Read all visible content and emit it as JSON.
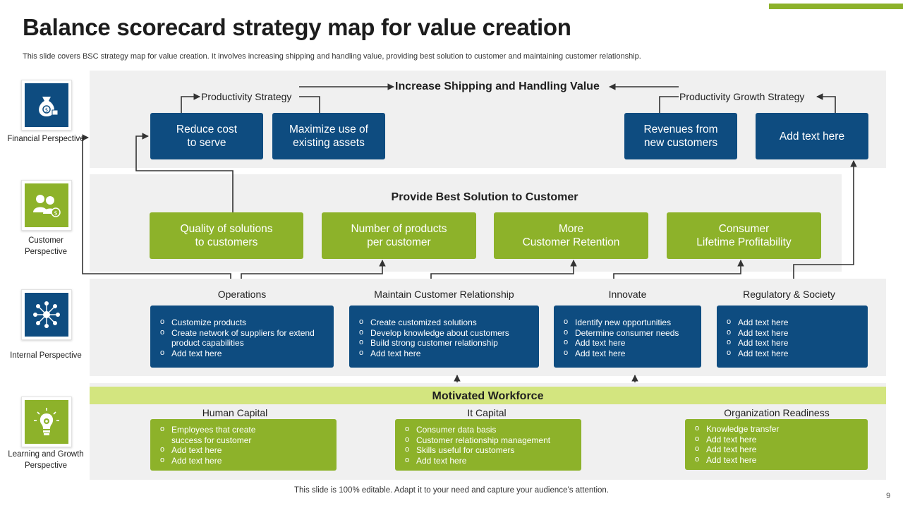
{
  "header": {
    "title": "Balance scorecard strategy map for value creation",
    "subtitle": "This slide covers BSC strategy map for value creation. It involves  increasing shipping and handling value, providing best solution to customer and maintaining customer relationship."
  },
  "perspectives": {
    "financial": {
      "label": "Financial Perspective",
      "icon": "money-bag-icon"
    },
    "customer": {
      "label": "Customer Perspective",
      "icon": "customers-icon"
    },
    "internal": {
      "label": "Internal Perspective",
      "icon": "network-icon"
    },
    "learning": {
      "label": "Learning and Growth Perspective",
      "icon": "lightbulb-gear-icon"
    }
  },
  "financial": {
    "main_title": "Increase Shipping and Handling Value",
    "productivity_strategy": "Productivity  Strategy",
    "growth_strategy": "Productivity  Growth Strategy",
    "boxes": [
      "Reduce cost\nto serve",
      "Maximize use of\nexisting assets",
      "Revenues from\nnew customers",
      "Add text here"
    ]
  },
  "customer": {
    "title": "Provide Best Solution to Customer",
    "boxes": [
      "Quality of solutions\nto customers",
      "Number of products\nper customer",
      "More\nCustomer Retention",
      "Consumer\nLifetime Profitability"
    ]
  },
  "internal": {
    "columns": [
      {
        "head": "Operations",
        "items": [
          "Customize products",
          "Create network of suppliers for extend product capabilities",
          "Add text here"
        ]
      },
      {
        "head": "Maintain  Customer  Relationship",
        "items": [
          "Create customized solutions",
          "Develop knowledge about customers",
          "Build strong customer relationship",
          "Add text here"
        ]
      },
      {
        "head": "Innovate",
        "items": [
          "Identify new opportunities",
          "Determine consumer needs",
          "Add text here",
          "Add text here"
        ]
      },
      {
        "head": "Regulatory & Society",
        "items": [
          "Add text here",
          "Add text here",
          "Add text here",
          "Add text here"
        ]
      }
    ]
  },
  "learning": {
    "title": "Motivated Workforce",
    "columns": [
      {
        "head": "Human Capital",
        "items": [
          "Employees that create success for customer",
          "Add text here",
          "Add text here"
        ]
      },
      {
        "head": "It Capital",
        "items": [
          "Consumer data basis",
          "Customer relationship management",
          "Skills useful for customers",
          "Add text here"
        ]
      },
      {
        "head": "Organization Readiness",
        "items": [
          "Knowledge transfer",
          "Add text here",
          "Add text here",
          "Add text here"
        ]
      }
    ]
  },
  "footer": {
    "note": "This slide is 100% editable. Adapt it to your need and capture your audience’s attention.",
    "page": "9"
  },
  "colors": {
    "blue": "#0e4c80",
    "green": "#8db22a",
    "light_green": "#d3e57f",
    "band": "#f0f0f0"
  }
}
